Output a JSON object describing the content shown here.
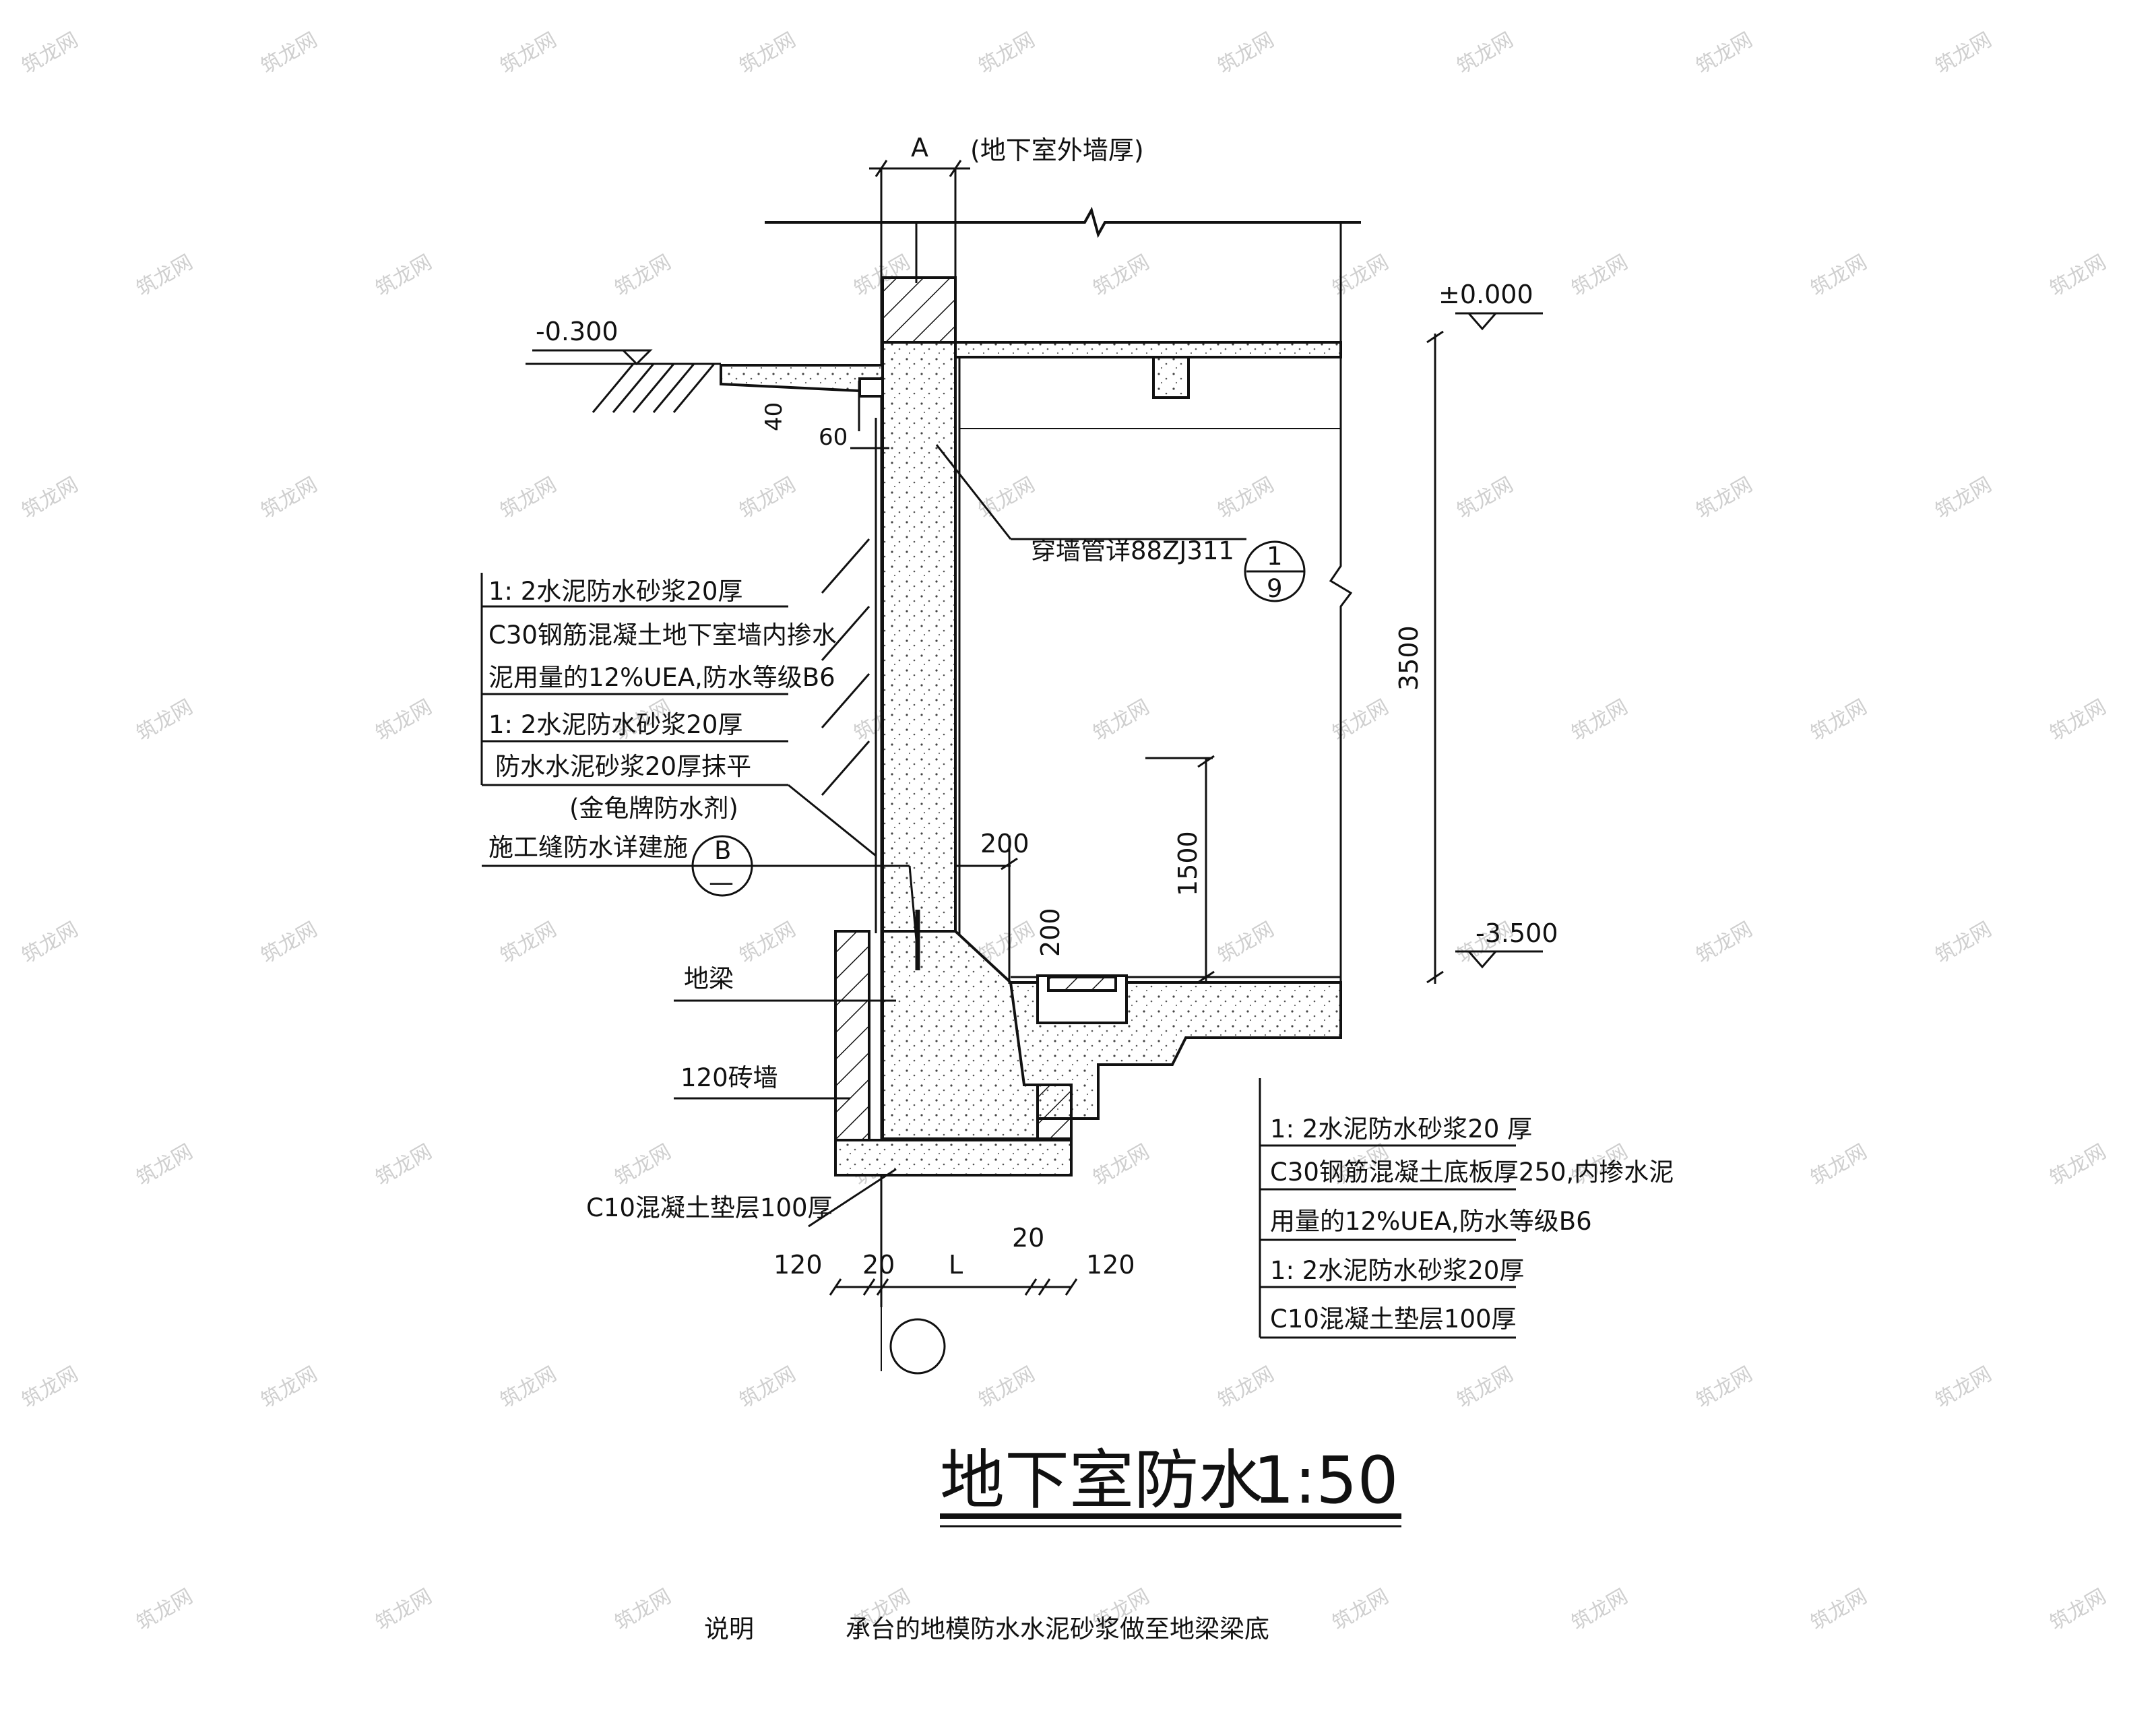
{
  "title": {
    "text": "地下室防水",
    "scale": "1:50"
  },
  "note": {
    "label": "说明",
    "text": "承台的地模防水水泥砂浆做至地梁梁底"
  },
  "dimensions": {
    "wall_thickness_label": "A",
    "wall_thickness_note": "(地下室外墙厚)",
    "level_top": "±0.000",
    "level_outside": "-0.300",
    "level_bottom": "-3.500",
    "height_total": "3500",
    "height_sub": "1500",
    "step_40": "40",
    "step_60": "60",
    "haunch_h": "200",
    "haunch_v": "200",
    "bottom_dims": [
      "120",
      "20",
      "L",
      "20",
      "120"
    ]
  },
  "callouts": {
    "pipe": "穿墙管详88ZJ311",
    "pipe_ref_num": "1",
    "pipe_ref_sheet": "9",
    "joint": "施工缝防水详建施",
    "joint_ref_num": "B",
    "joint_ref_sheet": "—",
    "beam": "地梁",
    "brick": "120砖墙",
    "cushion": "C10混凝土垫层100厚"
  },
  "wall_layers": [
    "1: 2水泥防水砂浆20厚",
    "C30钢筋混凝土地下室墙内掺水",
    "泥用量的12%UEA,防水等级B6",
    "1: 2水泥防水砂浆20厚",
    "防水水泥砂浆20厚抹平",
    "(金龟牌防水剂)"
  ],
  "floor_layers": [
    "1: 2水泥防水砂浆20 厚",
    "C30钢筋混凝土底板厚250,内掺水泥",
    "用量的12%UEA,防水等级B6",
    "1: 2水泥防水砂浆20厚",
    "C10混凝土垫层100厚"
  ],
  "watermark": "筑龙网",
  "colors": {
    "line": "#111111",
    "concrete": "#ececec",
    "watermark": "#cfcfcf"
  }
}
